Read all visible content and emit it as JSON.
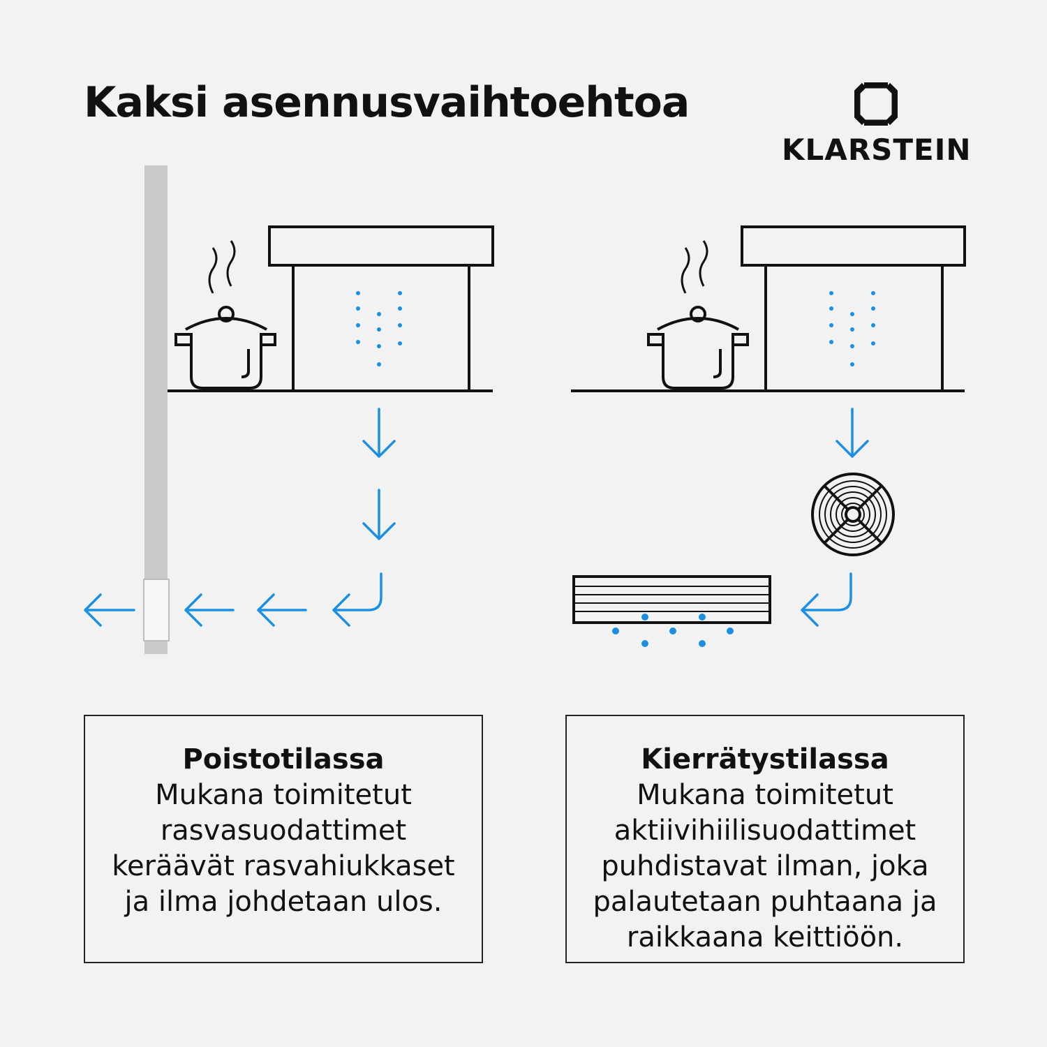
{
  "title": "Kaksi asennusvaihtoehtoa",
  "brand": {
    "name": "KLARSTEIN",
    "logo_icon": "klarstein-logo-icon"
  },
  "colors": {
    "accent": "#1a8fe3",
    "line": "#111111",
    "duct": "#c9c9c9",
    "background": "#f2f2f2"
  },
  "modes": [
    {
      "heading": "Poistotilassa",
      "description": "Mukana toimitetut rasvasuodattimet keräävät rasvahiukkaset ja ilma johdetaan ulos."
    },
    {
      "heading": "Kierrätystilassa",
      "description": "Mukana toimitetut aktiivihiilisuodattimet puhdistavat ilman, joka palautetaan puhtaana ja raikkaana keittiöön."
    }
  ]
}
